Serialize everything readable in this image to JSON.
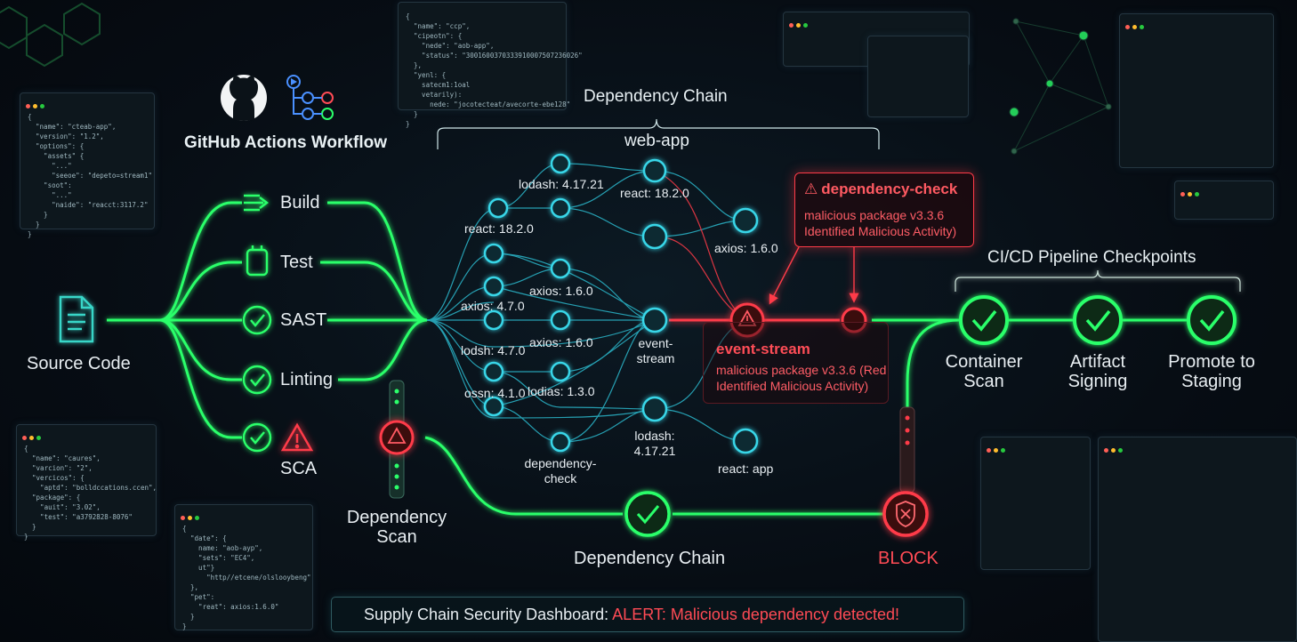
{
  "header": {
    "workflow_title": "GitHub Actions Workflow",
    "chain_title": "Dependency Chain",
    "chain_root": "web-app",
    "checkpoints_title": "CI/CD Pipeline Checkpoints"
  },
  "source": {
    "label": "Source Code"
  },
  "stages": [
    "Build",
    "Test",
    "SAST",
    "Linting",
    "SCA"
  ],
  "dependency_scan": {
    "line1": "Dependency",
    "line2": "Scan"
  },
  "packages": {
    "lodash_top": "lodash: 4.17.21",
    "react_top": "react: 18.2.0",
    "react_left": "react: 18.2.0",
    "axios_right": "axios: 1.6.0",
    "axios_mid": "axios: 1.6.0",
    "axios_left": "axios: 4.7.0",
    "lodsh": "lodsh: 4.7.0",
    "axios_mid2": "axios: 1.6.0",
    "event_stream_1": "event-",
    "event_stream_2": "stream",
    "ossn": "ossn: 4.1.0",
    "lodias": "lodias: 1.3.0",
    "dep_check_1": "dependency-",
    "dep_check_2": "check",
    "lodash_low_1": "lodash:",
    "lodash_low_2": "4.17.21",
    "react_app": "react: app"
  },
  "alert": {
    "title": "dependency-check",
    "line1": "malicious package v3.3.6",
    "line2": "Identified Malicious Activity)"
  },
  "event_stream": {
    "title": "event-stream",
    "line1": "malicious package v3.3.6 (Red",
    "line2": "Identified Malicious Activity)"
  },
  "bottom": {
    "chain_label": "Dependency Chain",
    "block_label": "BLOCK"
  },
  "checkpoints": [
    {
      "line1": "Container",
      "line2": "Scan"
    },
    {
      "line1": "Artifact",
      "line2": "Signing"
    },
    {
      "line1": "Promote to",
      "line2": "Staging"
    }
  ],
  "status": {
    "prefix": "Supply Chain Security Dashboard: ",
    "alert": "ALERT: Malicious dependency detected!"
  },
  "code_panels": {
    "left_top": "{\n  \"name\": \"cteab-app\",\n  \"version\": \"1.2\",\n  \"options\": {\n    \"assets\" {\n      \"...\"\n      \"seeoe\": \"depeto=stream1\"\n    \"soot\":\n      \"...\"\n      \"naide\": \"reacct:3117.2\"\n    }\n  }\n}",
    "top_center": "{\n  \"name\": \"ccp\",\n  \"cipeotn\": {\n    \"nede\": \"aob-app\",\n    \"status\": \"3001600370333910007507236026\"\n  },\n  \"yenl: {\n    satecm1:1oal\n    vetarily):\n      nede: \"jocotecteat/avecorte-ebe128\"\n  }\n}",
    "left_bottom": "{\n  \"name\": \"caures\",\n  \"varcion\": \"2\",\n  \"vercicos\": {\n    \"aptd\": \"bolldccations.ccen\",\n  \"package\": {\n    \"auit\": \"3.02\",\n    \"test\": \"a3792828-8076\"\n  }\n}",
    "bottom_center": "{\n  \"date\": {\n    name: \"aob-ayp\",\n    \"sets\": \"EC4\",\n    ut\"}\n      \"http//etcene/olslooybeng\"\n  },\n  \"pet\":\n    \"reat\": axios:1.6.0\"\n  }\n}"
  },
  "colors": {
    "green": "#2bff6a",
    "cyan": "#38d6e8",
    "red": "#ff3b48",
    "background": "#070d14"
  }
}
